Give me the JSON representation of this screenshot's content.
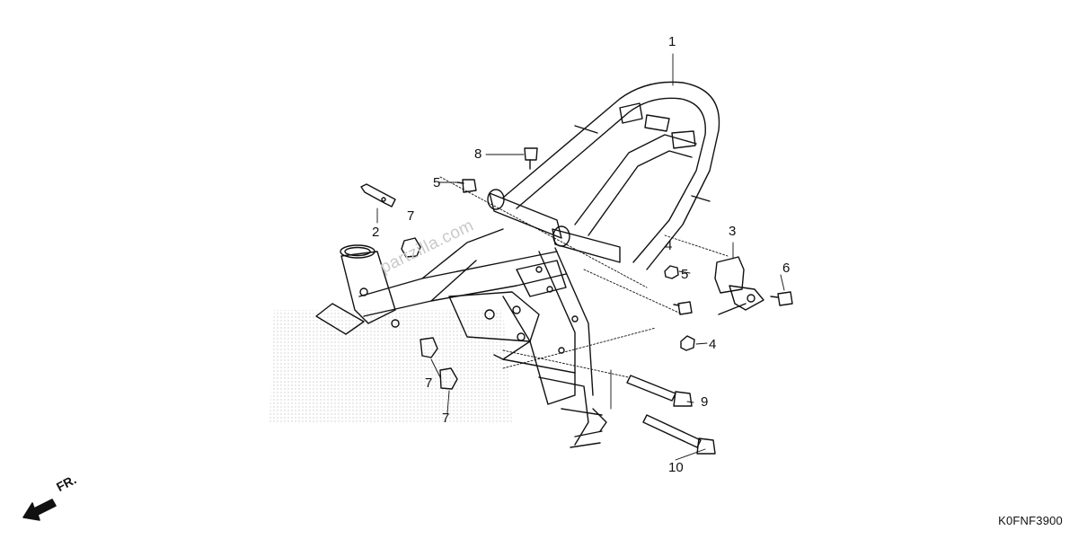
{
  "diagram": {
    "callouts": [
      {
        "id": "c1",
        "label": "1"
      },
      {
        "id": "c2",
        "label": "2"
      },
      {
        "id": "c3",
        "label": "3"
      },
      {
        "id": "c4a",
        "label": "4"
      },
      {
        "id": "c4b",
        "label": "4"
      },
      {
        "id": "c5a",
        "label": "5"
      },
      {
        "id": "c5b",
        "label": "5"
      },
      {
        "id": "c6",
        "label": "6"
      },
      {
        "id": "c7a",
        "label": "7"
      },
      {
        "id": "c7b",
        "label": "7"
      },
      {
        "id": "c7c",
        "label": "7"
      },
      {
        "id": "c8",
        "label": "8"
      },
      {
        "id": "c9",
        "label": "9"
      },
      {
        "id": "c10",
        "label": "10"
      }
    ],
    "front_indicator": "FR.",
    "watermark": "partzilla.com",
    "diagram_code": "K0FNF3900"
  }
}
